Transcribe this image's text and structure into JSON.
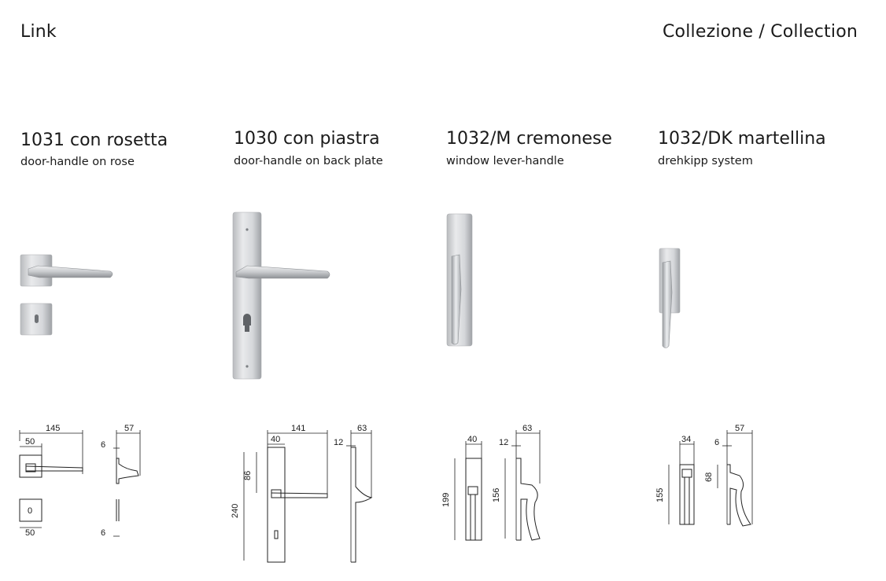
{
  "header": {
    "collection_name": "Link",
    "collection_label": "Collezione / Collection"
  },
  "products": [
    {
      "code_title": "1031 con rosetta",
      "subtitle": "door-handle on rose"
    },
    {
      "code_title": "1030 con piastra",
      "subtitle": "door-handle on back plate"
    },
    {
      "code_title": "1032/M cremonese",
      "subtitle": "window lever-handle"
    },
    {
      "code_title": "1032/DK martellina",
      "subtitle": "drehkipp system"
    }
  ],
  "dims": {
    "p1": {
      "length": "145",
      "rose_w": "50",
      "proj": "57",
      "rose_t": "6",
      "esc_w": "50",
      "esc_t": "6"
    },
    "p2": {
      "length": "141",
      "plate_w": "40",
      "proj": "63",
      "plate_t": "12",
      "h_top": "86",
      "h_total": "240"
    },
    "p3": {
      "plate_w": "40",
      "proj": "63",
      "plate_t": "12",
      "h_lever": "156",
      "h_total": "199"
    },
    "p4": {
      "plate_w": "34",
      "proj": "57",
      "plate_t": "6",
      "h_lever": "68",
      "h_total": "155"
    }
  },
  "colors": {
    "metal_light": "#e6e7e9",
    "metal_mid": "#c5c7ca",
    "metal_dark": "#8d9094",
    "line": "#222222"
  }
}
